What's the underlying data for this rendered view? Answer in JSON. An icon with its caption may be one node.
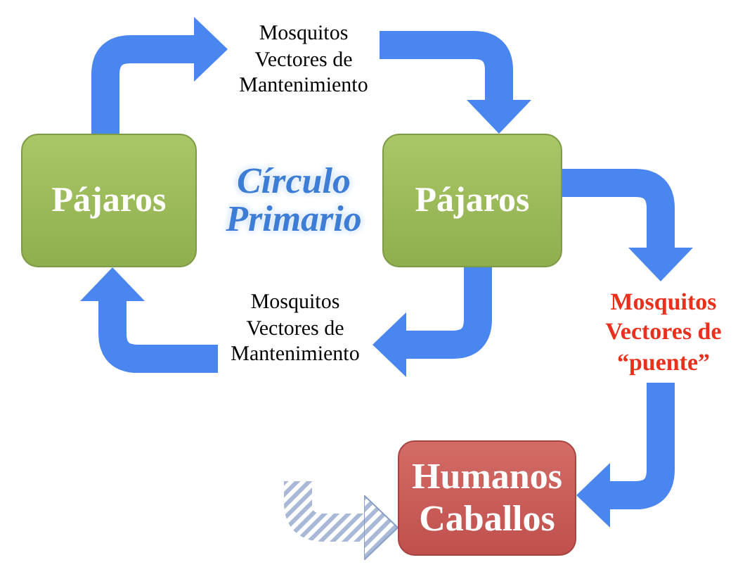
{
  "diagram": {
    "nodes": [
      {
        "text": [
          "Pájaros"
        ]
      },
      {
        "text": [
          "Mosquitos Vectores de Mantenimiento"
        ]
      },
      {
        "text": [
          "Pájaros"
        ]
      },
      {
        "text": [
          "Mosquitos Vectores de Mantenimiento"
        ]
      },
      {
        "text": [
          "Mosquitos Vectores de “puente”"
        ]
      },
      {
        "text": [
          "Humanos Caballos"
        ]
      }
    ],
    "edges": [
      {
        "from": 0,
        "to": 1,
        "arrow": "to"
      },
      {
        "from": 1,
        "to": 2,
        "arrow": "to"
      },
      {
        "from": 2,
        "to": 3,
        "arrow": "to"
      },
      {
        "from": 3,
        "to": 0,
        "arrow": "to"
      },
      {
        "from": 2,
        "to": 4,
        "arrow": "to"
      },
      {
        "from": 4,
        "to": 5,
        "arrow": "to"
      },
      {
        "from": null,
        "to": 5,
        "arrow": "to",
        "color": "#a9b8d6"
      }
    ],
    "labels": [
      "Círculo Primario"
    ]
  }
}
